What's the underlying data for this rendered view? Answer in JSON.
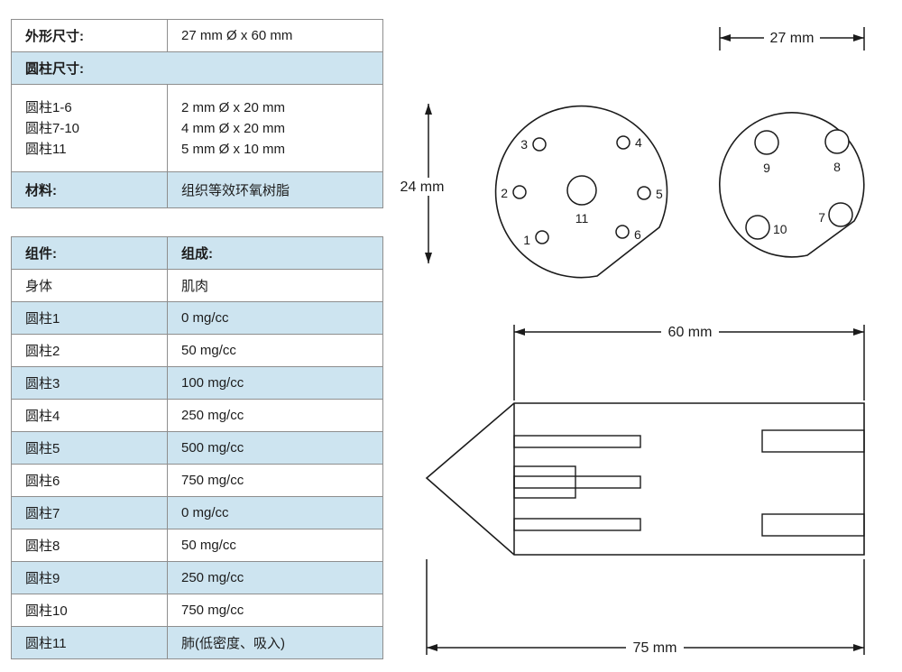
{
  "spec_table": {
    "row1": {
      "label": "外形尺寸:",
      "value": "27 mm Ø x 60 mm"
    },
    "row2": {
      "label": "圆柱尺寸:"
    },
    "row3": {
      "labels": [
        "圆柱1-6",
        "圆柱7-10",
        "圆柱11"
      ],
      "values": [
        "2 mm Ø x 20 mm",
        "4 mm Ø x 20 mm",
        "5 mm Ø x 10 mm"
      ]
    },
    "row4": {
      "label": "材料:",
      "value": "组织等效环氧树脂"
    }
  },
  "components_table": {
    "headers": [
      "组件:",
      "组成:"
    ],
    "rows": [
      [
        "身体",
        "肌肉"
      ],
      [
        "圆柱1",
        "0 mg/cc"
      ],
      [
        "圆柱2",
        "50 mg/cc"
      ],
      [
        "圆柱3",
        "100 mg/cc"
      ],
      [
        "圆柱4",
        "250 mg/cc"
      ],
      [
        "圆柱5",
        "500 mg/cc"
      ],
      [
        "圆柱6",
        "750 mg/cc"
      ],
      [
        "圆柱7",
        "0 mg/cc"
      ],
      [
        "圆柱8",
        "50 mg/cc"
      ],
      [
        "圆柱9",
        "250 mg/cc"
      ],
      [
        "圆柱10",
        "750 mg/cc"
      ],
      [
        "圆柱11",
        "肺(低密度、吸入)"
      ]
    ]
  },
  "dimensions": {
    "front_height": "24 mm",
    "back_width": "27 mm",
    "body_length": "60 mm",
    "total_length": "75 mm"
  },
  "front_view": {
    "hole_labels": {
      "1": "1",
      "2": "2",
      "3": "3",
      "4": "4",
      "5": "5",
      "6": "6",
      "11": "11"
    }
  },
  "back_view": {
    "hole_labels": {
      "7": "7",
      "8": "8",
      "9": "9",
      "10": "10"
    }
  },
  "colors": {
    "table_band_blue": "#cde4f0",
    "table_border": "#8e8e8e",
    "line_color": "#1b1b1b"
  }
}
